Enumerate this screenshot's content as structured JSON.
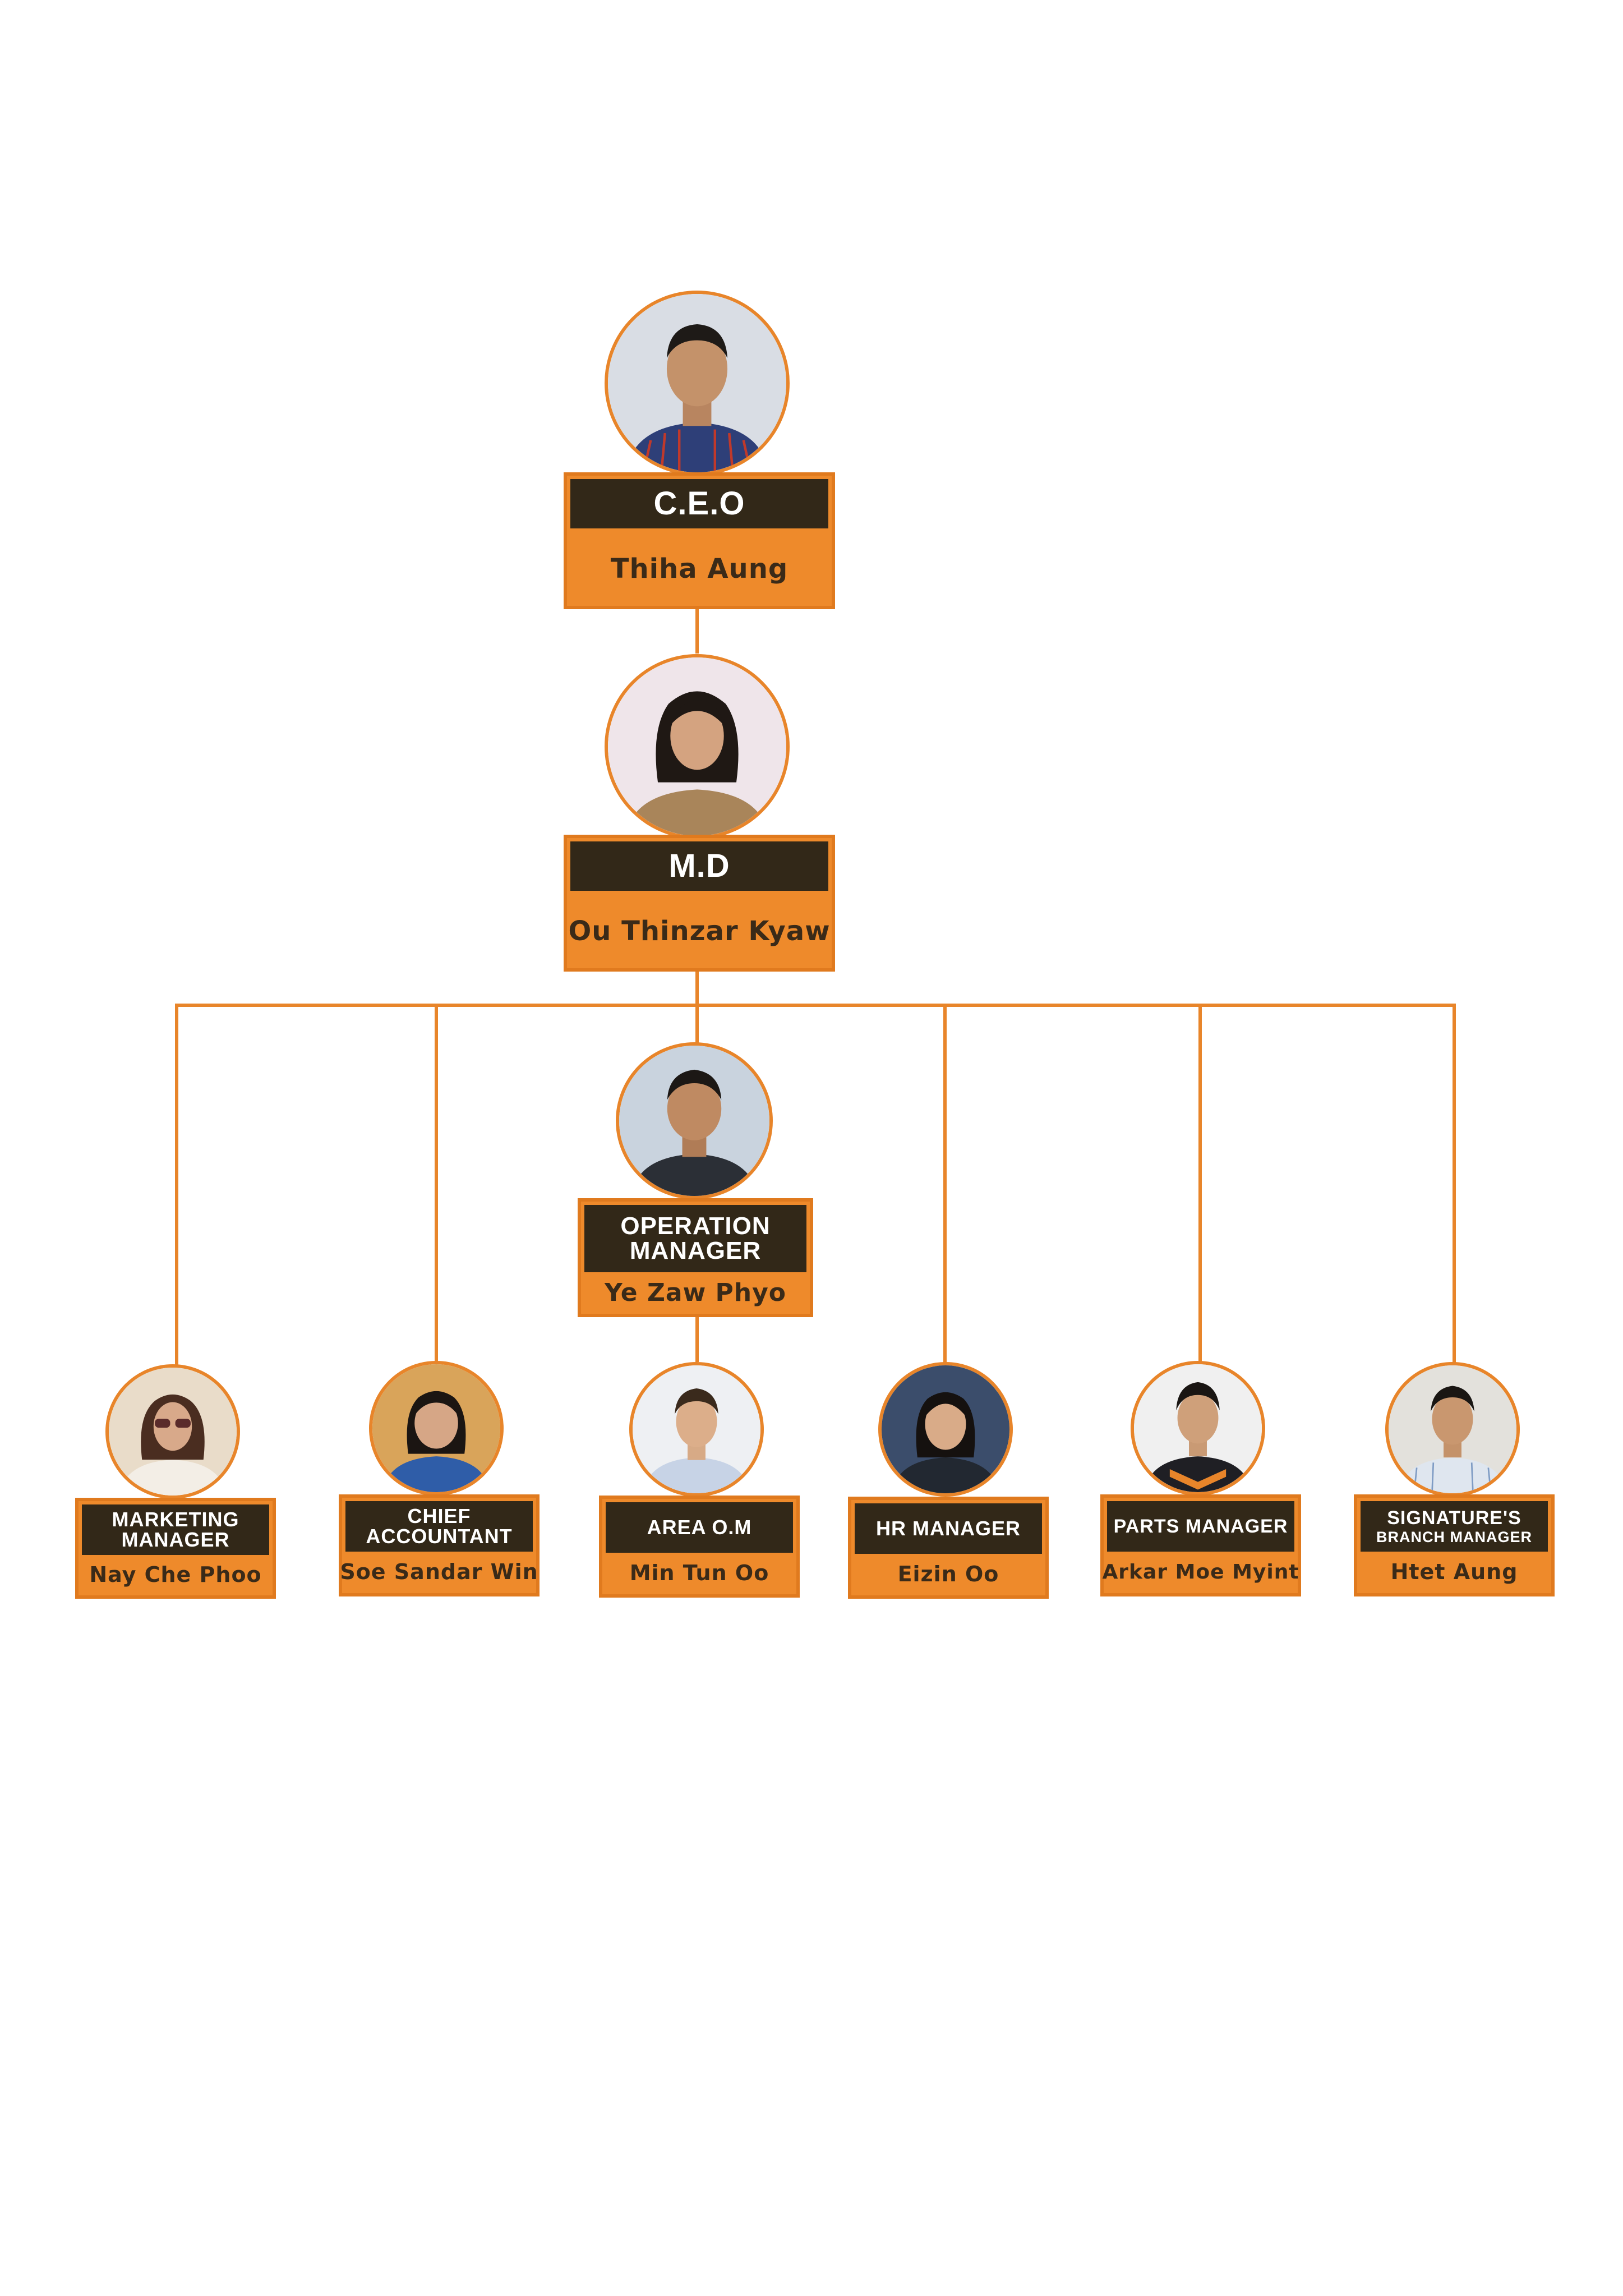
{
  "colors": {
    "accent": "#e8852a",
    "title_bar": "#322818",
    "name_text": "#3a2a18"
  },
  "nodes": {
    "ceo": {
      "title": "C.E.O",
      "name": "Thiha Aung",
      "photo_icon": "person-photo-man-plaid-shirt"
    },
    "md": {
      "title": "M.D",
      "name": "Ou Thinzar Kyaw",
      "photo_icon": "person-photo-woman"
    },
    "operation_manager": {
      "title": "OPERATION\nMANAGER",
      "name": "Ye Zaw Phyo",
      "photo_icon": "person-photo-man"
    },
    "marketing_manager": {
      "title": "MARKETING\nMANAGER",
      "name": "Nay Che Phoo",
      "photo_icon": "person-photo-woman-sunglasses"
    },
    "chief_accountant": {
      "title": "CHIEF\nACCOUNTANT",
      "name": "Soe Sandar Win",
      "photo_icon": "person-photo-woman"
    },
    "area_om": {
      "title": "AREA O.M",
      "name": "Min Tun Oo",
      "photo_icon": "person-photo-man"
    },
    "hr_manager": {
      "title": "HR MANAGER",
      "name": "Eizin Oo",
      "photo_icon": "person-photo-woman"
    },
    "parts_manager": {
      "title": "PARTS MANAGER",
      "name": "Arkar Moe Myint",
      "photo_icon": "person-photo-man-uniform"
    },
    "branch_manager": {
      "title_line1": "SIGNATURE'S",
      "title_line2": "BRANCH MANAGER",
      "name": "Htet Aung",
      "photo_icon": "person-photo-man"
    }
  }
}
